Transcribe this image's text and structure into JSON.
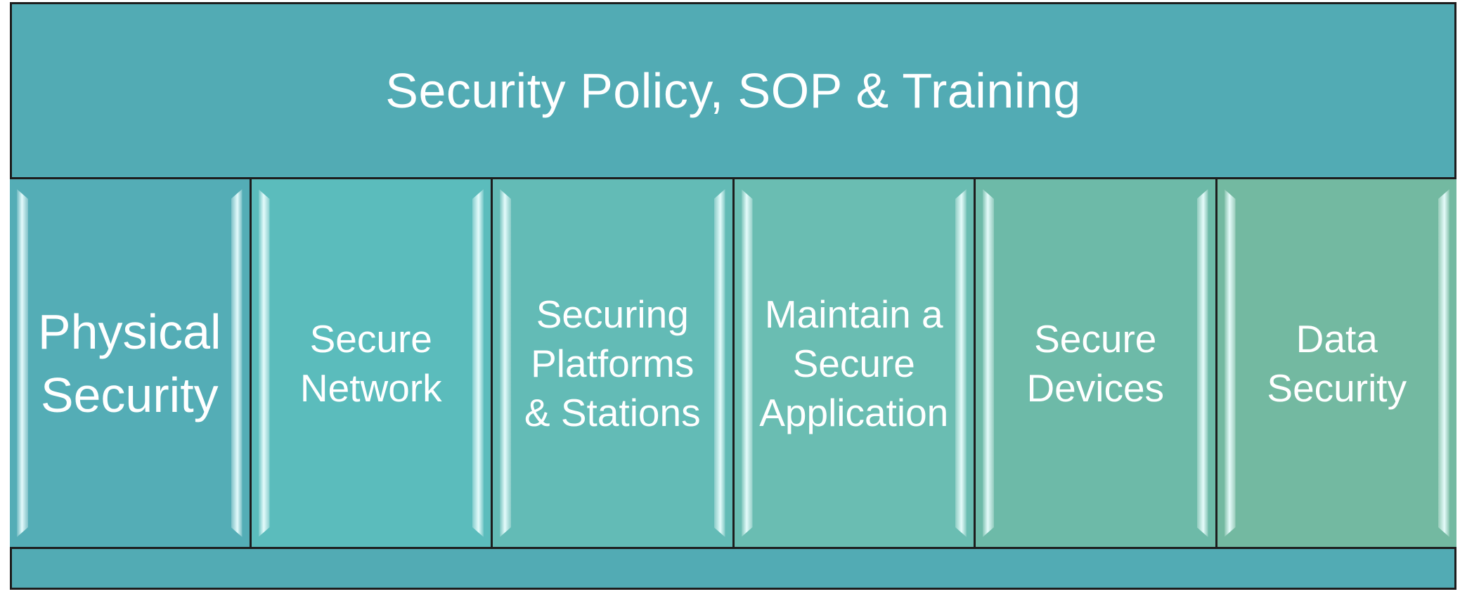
{
  "header": {
    "title": "Security Policy, SOP & Training"
  },
  "pillars": [
    {
      "label": "Physical\nSecurity",
      "color": "#54adb6"
    },
    {
      "label": "Secure\nNetwork",
      "color": "#5bbcbc"
    },
    {
      "label": "Securing\nPlatforms\n& Stations",
      "color": "#63bbb6"
    },
    {
      "label": "Maintain a\nSecure\nApplication",
      "color": "#6abdb2"
    },
    {
      "label": "Secure\nDevices",
      "color": "#6dbaa8"
    },
    {
      "label": "Data\nSecurity",
      "color": "#73b9a1"
    }
  ],
  "colors": {
    "frame": "#52abb4",
    "border": "#1d1d1d",
    "text": "#ffffff"
  }
}
